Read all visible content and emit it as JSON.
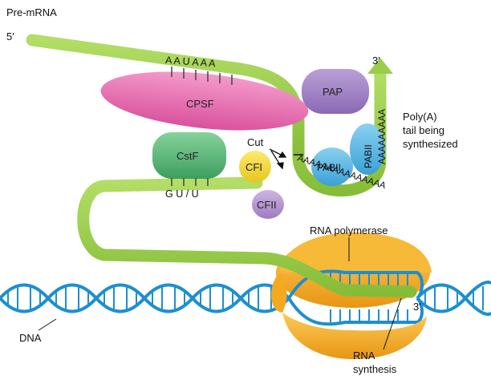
{
  "labels": {
    "pre_mrna": "Pre-mRNA",
    "five_prime": "5′",
    "three_prime_top": "3′",
    "three_prime_dna": "3′",
    "aauaaa": "A A U A A A",
    "gu": "G U / U",
    "cut": "Cut",
    "polya_line1": "Poly(A)",
    "polya_line2": "tail being",
    "polya_line3": "synthesized",
    "polya_tail_seq": "AAAAAAAAAAAAAAA",
    "polya_side_seq": "AAAAAAAAA",
    "rna_polymerase": "RNA polymerase",
    "dna": "DNA",
    "rna_synthesis_line1": "RNA",
    "rna_synthesis_line2": "synthesis"
  },
  "proteins": {
    "cpsf": "CPSF",
    "pap": "PAP",
    "cstf": "CstF",
    "cfi": "CFI",
    "cfii": "CFII",
    "pabii_a": "PABII",
    "pabii_b": "PABII"
  },
  "colors": {
    "rna": "#9ACD4A",
    "cpsf": "#E36FB0",
    "pap": "#9E7FC4",
    "cstf": "#5DB87A",
    "cfi": "#F2D633",
    "cfii": "#B595D0",
    "pabii": "#5BB8E6",
    "polymerase": "#F4A921",
    "dna": "#1C8FD0"
  }
}
